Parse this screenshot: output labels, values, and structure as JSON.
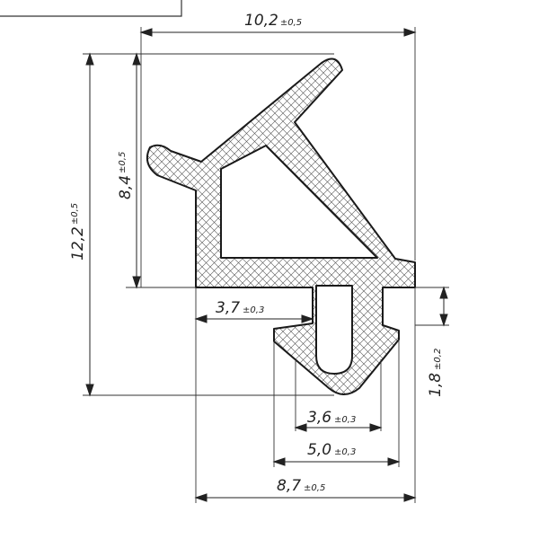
{
  "dimensions": {
    "overall_width": {
      "value": "10,2",
      "tolerance": "±0,5"
    },
    "total_height": {
      "value": "12,2",
      "tolerance": "±0,5"
    },
    "upper_height": {
      "value": "8,4",
      "tolerance": "±0,5"
    },
    "left_offset": {
      "value": "3,7",
      "tolerance": "±0,3"
    },
    "slot_height": {
      "value": "1,8",
      "tolerance": "±0,2"
    },
    "inner_stem_width": {
      "value": "3,6",
      "tolerance": "±0,3"
    },
    "outer_stem_width": {
      "value": "5,0",
      "tolerance": "±0,3"
    },
    "base_width": {
      "value": "8,7",
      "tolerance": "±0,5"
    }
  }
}
